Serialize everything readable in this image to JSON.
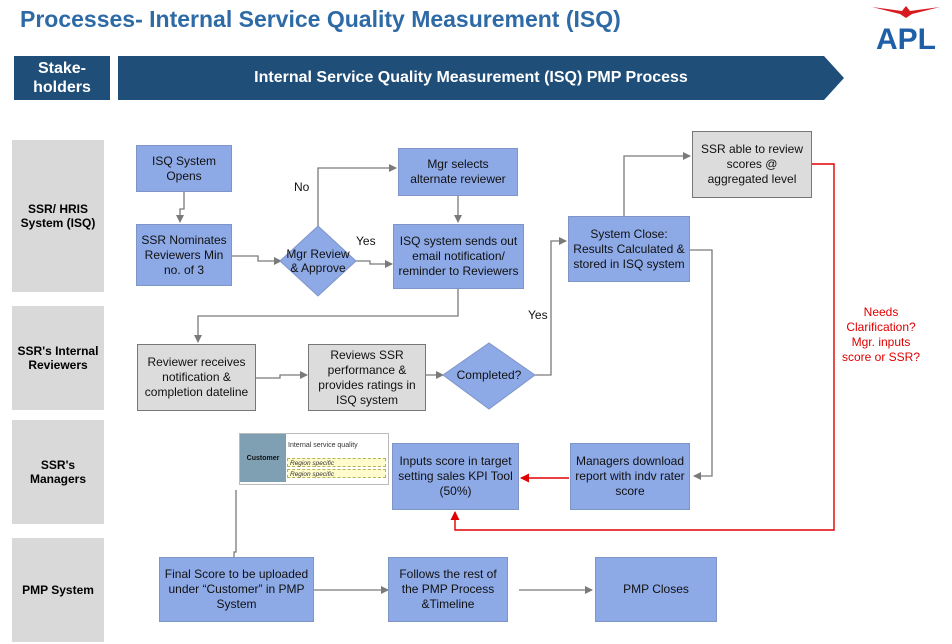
{
  "title": "Processes- Internal Service Quality Measurement (ISQ)",
  "logo_text": "APL",
  "header": {
    "stakeholders": "Stake-holders",
    "process": "Internal Service Quality Measurement (ISQ) PMP Process"
  },
  "lanes": [
    "SSR/ HRIS System (ISQ)",
    "SSR's Internal Reviewers",
    "SSR's Managers",
    "PMP System"
  ],
  "boxes": {
    "isq_opens": "ISQ System Opens",
    "ssr_nominates": "SSR Nominates Reviewers Min no. of 3",
    "mgr_review": "Mgr Review & Approve",
    "mgr_selects": "Mgr selects alternate reviewer",
    "isq_sends": "ISQ system sends out email notification/ reminder to Reviewers",
    "system_close": "System Close: Results Calculated & stored in ISQ system",
    "ssr_review_scores": "SSR able to review scores @ aggregated level",
    "reviewer_receives": "Reviewer receives notification & completion dateline",
    "reviews_ssr": "Reviews SSR performance & provides ratings in ISQ system",
    "completed": "Completed?",
    "inputs_score": "Inputs score in target setting sales KPI Tool (50%)",
    "managers_download": "Managers download report with indv rater score",
    "final_score": "Final Score to be uploaded under “Customer” in PMP System",
    "follows_rest": "Follows the rest of the PMP Process &Timeline",
    "pmp_closes": "PMP Closes"
  },
  "labels": {
    "no": "No",
    "yes_mgr": "Yes",
    "yes_completed": "Yes",
    "needs_clarification": "Needs Clarification? Mgr. inputs score or SSR?"
  },
  "mini_table": {
    "customer": "Customer",
    "row1": "Internal service quality",
    "row2": "Region specific",
    "row3": "Region specific"
  },
  "colors": {
    "title": "#2e6aa6",
    "header_bg": "#1f4e79",
    "box_blue": "#8da9e6",
    "box_grey": "#dcdcdc",
    "lane_bg": "#d9d9d9",
    "red": "#e00000",
    "logo_red": "#d71920",
    "logo_blue": "#1f5fa8"
  }
}
